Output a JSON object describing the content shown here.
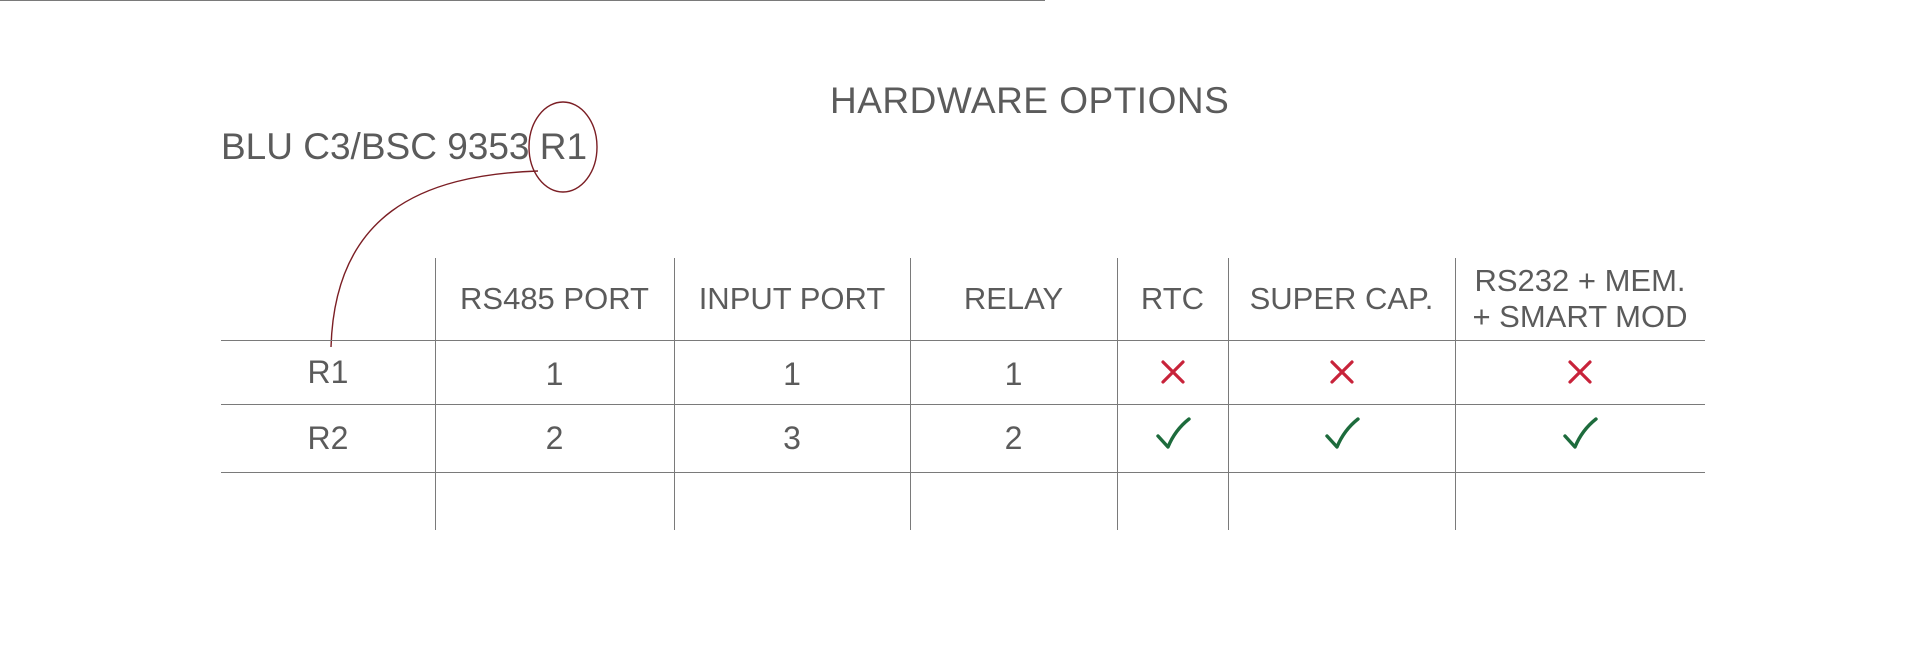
{
  "title": "HARDWARE OPTIONS",
  "model": {
    "prefix": "BLU C3/BSC 9353 ",
    "highlight": "R1"
  },
  "colors": {
    "line": "#7a7a7a",
    "text": "#5b5b5b",
    "callout": "#7b1e24",
    "cross": "#c8233a",
    "check": "#1d6b3c"
  },
  "table": {
    "columns": [
      "RS485 PORT",
      "INPUT PORT",
      "RELAY",
      "RTC",
      "SUPER CAP.",
      "RS232 + MEM.\n+ SMART MOD"
    ],
    "rows": [
      {
        "label": "R1",
        "values": [
          "1",
          "1",
          "1",
          "cross",
          "cross",
          "cross"
        ]
      },
      {
        "label": "R2",
        "values": [
          "2",
          "3",
          "2",
          "check",
          "check",
          "check"
        ]
      }
    ]
  }
}
